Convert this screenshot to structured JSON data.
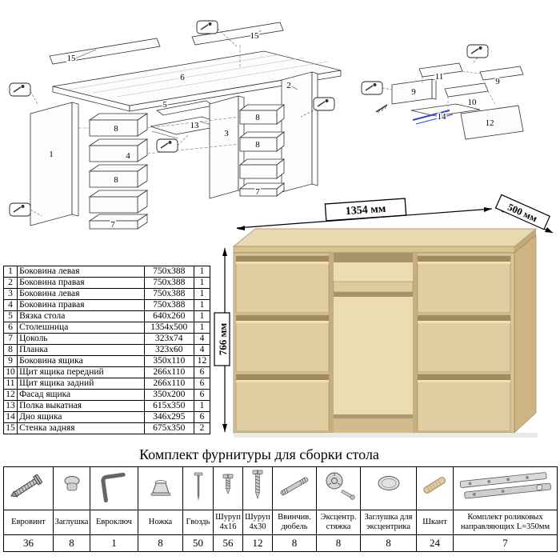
{
  "diagram": {
    "main_callouts": [
      "15",
      "6",
      "15",
      "2",
      "5",
      "13",
      "3",
      "1",
      "8",
      "4",
      "8",
      "8",
      "8",
      "7",
      "7"
    ],
    "drawer_callouts": [
      "11",
      "9",
      "9",
      "10",
      "14",
      "12"
    ]
  },
  "desk": {
    "width_label": "1354 мм",
    "depth_label": "500 мм",
    "height_label": "766 мм"
  },
  "parts": {
    "rows": [
      {
        "num": "1",
        "name": "Боковина левая",
        "size": "750х388",
        "qty": "1"
      },
      {
        "num": "2",
        "name": "Боковина правая",
        "size": "750х388",
        "qty": "1"
      },
      {
        "num": "3",
        "name": "Боковина левая",
        "size": "750х388",
        "qty": "1"
      },
      {
        "num": "4",
        "name": "Боковина правая",
        "size": "750х388",
        "qty": "1"
      },
      {
        "num": "5",
        "name": "Вязка стола",
        "size": "640х260",
        "qty": "1"
      },
      {
        "num": "6",
        "name": "Столешница",
        "size": "1354х500",
        "qty": "1"
      },
      {
        "num": "7",
        "name": "Цоколь",
        "size": "323х74",
        "qty": "4"
      },
      {
        "num": "8",
        "name": "Планка",
        "size": "323х60",
        "qty": "4"
      },
      {
        "num": "9",
        "name": "Боковина ящика",
        "size": "350х110",
        "qty": "12"
      },
      {
        "num": "10",
        "name": "Щит ящика передний",
        "size": "266х110",
        "qty": "6"
      },
      {
        "num": "11",
        "name": "Щит ящика задний",
        "size": "266х110",
        "qty": "6"
      },
      {
        "num": "12",
        "name": "Фасад ящика",
        "size": "350х200",
        "qty": "6"
      },
      {
        "num": "13",
        "name": "Полка выкатная",
        "size": "615х350",
        "qty": "1"
      },
      {
        "num": "14",
        "name": "Дно ящика",
        "size": "346х295",
        "qty": "6"
      },
      {
        "num": "15",
        "name": "Стенка задняя",
        "size": "675х350",
        "qty": "2"
      }
    ]
  },
  "hardware": {
    "title": "Комплект фурнитуры для сборки стола",
    "items": [
      {
        "name": "Евровинт",
        "qty": "36",
        "icon": "euroscrew-icon"
      },
      {
        "name": "Заглушка",
        "qty": "8",
        "icon": "cap-icon"
      },
      {
        "name": "Евроключ",
        "qty": "1",
        "icon": "hexkey-icon"
      },
      {
        "name": "Ножка",
        "qty": "8",
        "icon": "foot-icon"
      },
      {
        "name": "Гвоздь",
        "qty": "50",
        "icon": "nail-icon"
      },
      {
        "name": "Шуруп 4х16",
        "qty": "56",
        "icon": "screw-short-icon"
      },
      {
        "name": "Шуруп 4х30",
        "qty": "12",
        "icon": "screw-long-icon"
      },
      {
        "name": "Ввинчив. дюбель",
        "qty": "8",
        "icon": "dowel-screw-icon"
      },
      {
        "name": "Эксцентр. стяжка",
        "qty": "8",
        "icon": "cam-lock-icon"
      },
      {
        "name": "Заглушка для эксцентрика",
        "qty": "8",
        "icon": "cam-cap-icon"
      },
      {
        "name": "Шкант",
        "qty": "24",
        "icon": "wood-dowel-icon"
      },
      {
        "name": "Комплект роликовых направляющих L=350мм",
        "qty": "7",
        "icon": "drawer-slide-icon"
      }
    ]
  }
}
